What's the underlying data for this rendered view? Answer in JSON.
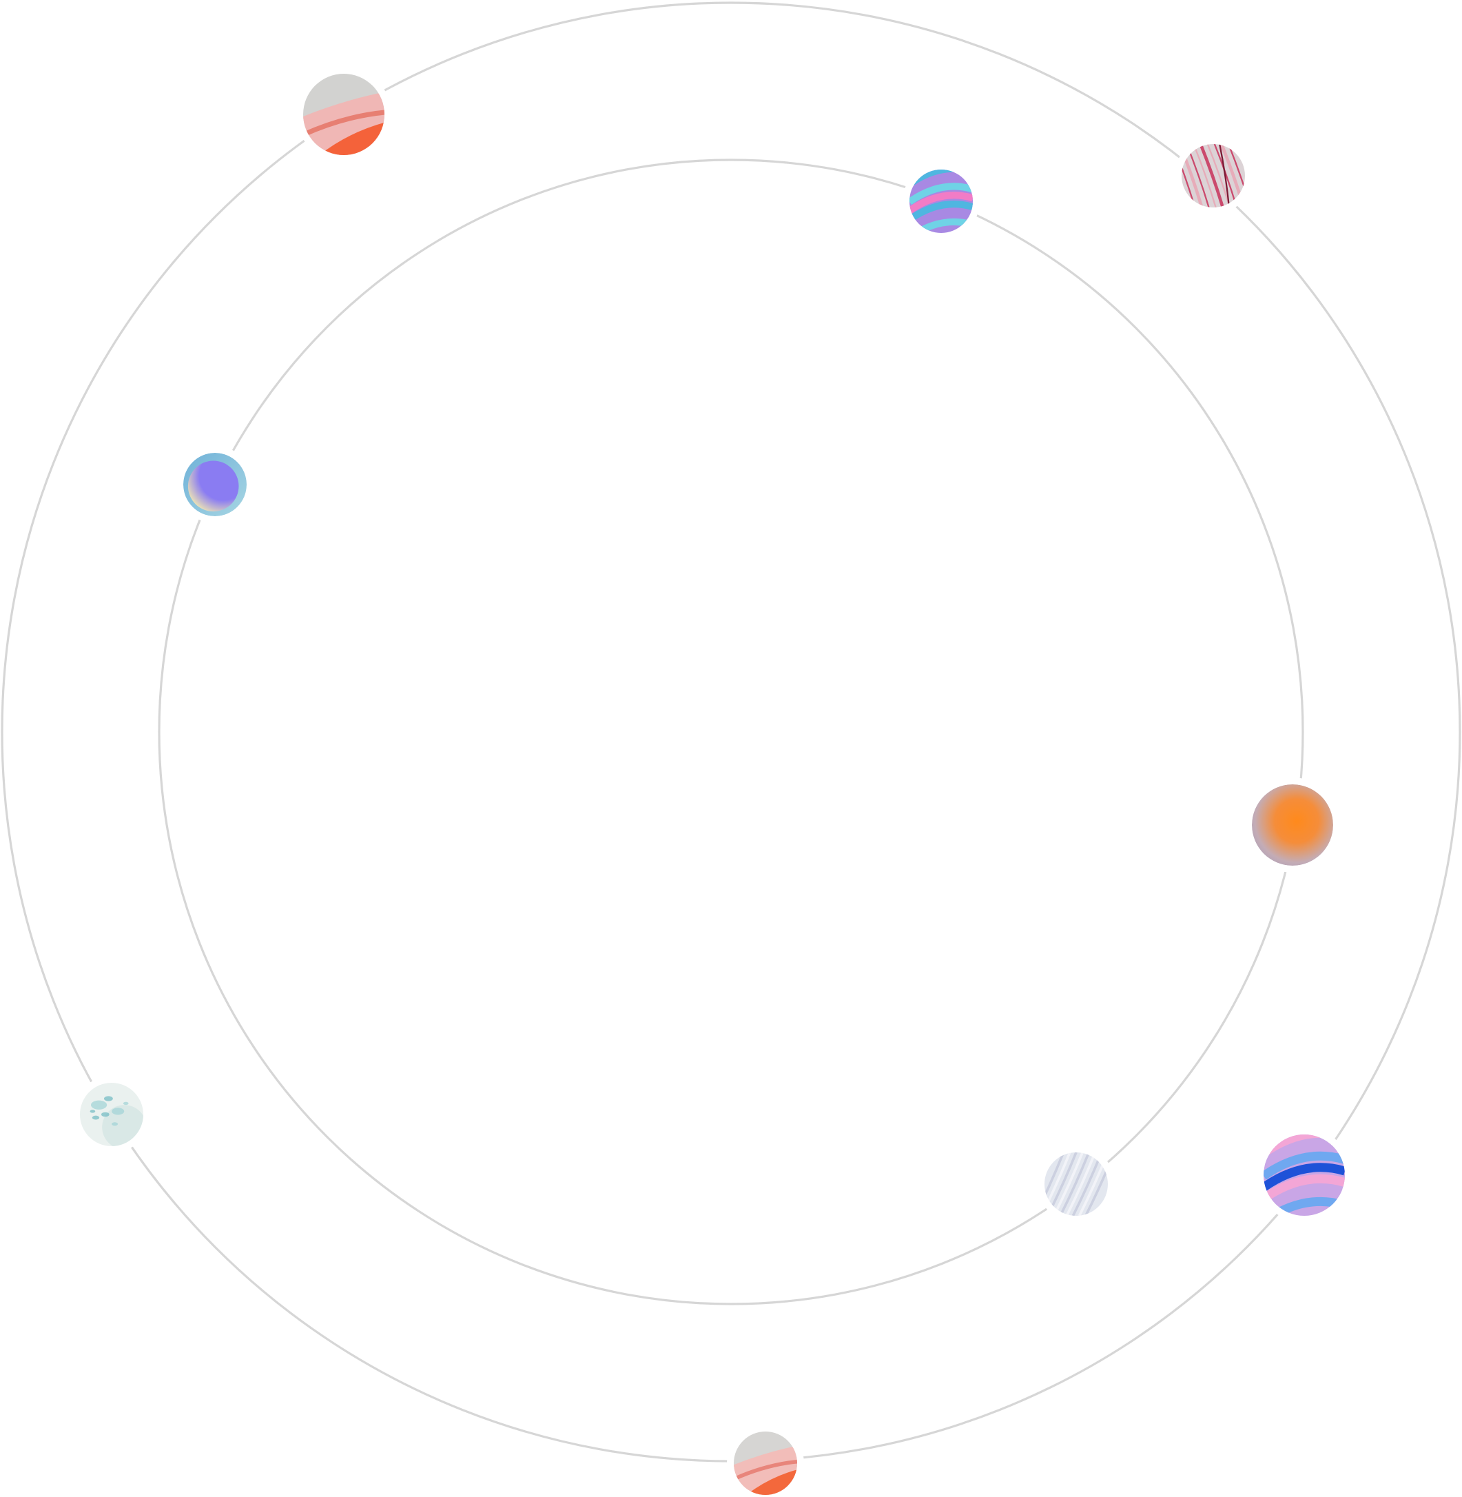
{
  "colors": {
    "background": "#ffffff",
    "orbit_stroke": "#d6d6d6"
  },
  "orbits": [
    {
      "id": "outer-orbit"
    },
    {
      "id": "inner-orbit"
    }
  ],
  "planets": [
    {
      "id": "planet-outer-top-left",
      "orbit": "outer-orbit",
      "style": "marble",
      "colors": [
        "#d2d2d0",
        "#f0b7b5",
        "#e77f72",
        "#f4623a"
      ]
    },
    {
      "id": "planet-outer-top-right",
      "orbit": "outer-orbit",
      "style": "streaks",
      "colors": [
        "#dcd3d6",
        "#e9a5b4",
        "#c8315a",
        "#7c1b35"
      ]
    },
    {
      "id": "planet-outer-bottom-left",
      "orbit": "outer-orbit",
      "style": "speckle",
      "colors": [
        "#eaf1ef",
        "#d4e6e3",
        "#6fb9c2",
        "#9fd3d6"
      ]
    },
    {
      "id": "planet-outer-bottom-center",
      "orbit": "outer-orbit",
      "style": "marble",
      "colors": [
        "#d6d5d3",
        "#f2bdb9",
        "#e8857b",
        "#f3683c"
      ]
    },
    {
      "id": "planet-outer-bottom-right",
      "orbit": "outer-orbit",
      "style": "swirl",
      "colors": [
        "#c9a6e6",
        "#6fa8f0",
        "#1e52d8",
        "#f3a6d6"
      ]
    },
    {
      "id": "planet-inner-top-right",
      "orbit": "inner-orbit",
      "style": "swirl",
      "colors": [
        "#a889e3",
        "#6fd3e6",
        "#f27cc6",
        "#4fb6e0"
      ]
    },
    {
      "id": "planet-inner-left",
      "orbit": "inner-orbit",
      "style": "glass",
      "colors": [
        "#a7d6e3",
        "#8a7cf2",
        "#efe6b3",
        "#6fb1d8"
      ]
    },
    {
      "id": "planet-inner-right",
      "orbit": "inner-orbit",
      "style": "glow",
      "colors": [
        "#ff8a1c",
        "#f58d3a",
        "#c4acb5",
        "#b5a4b8"
      ]
    },
    {
      "id": "planet-inner-bottom-right",
      "orbit": "inner-orbit",
      "style": "waves",
      "colors": [
        "#e9ecf2",
        "#d4d9e6",
        "#ffffff",
        "#c6cbdb"
      ]
    }
  ]
}
